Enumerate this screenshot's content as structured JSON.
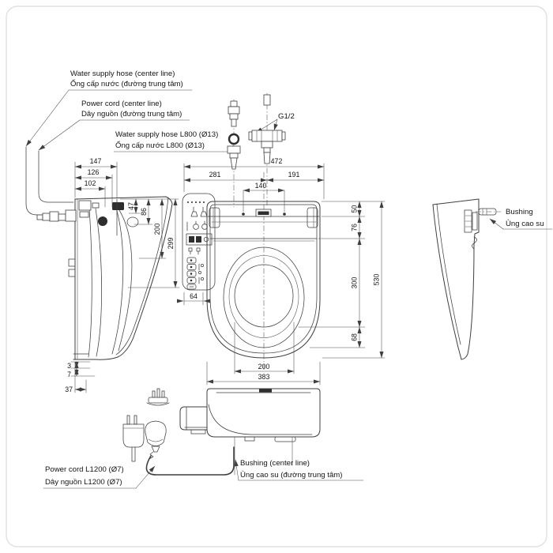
{
  "page": {
    "background": "#ffffff",
    "frame_color": "#dcdcdc",
    "line_color": "#3f3f3f",
    "text_color": "#141414"
  },
  "callouts": {
    "water_hose_center": {
      "en": "Water supply hose (center line)",
      "vi": "Ống cấp nước (đường trung tâm)"
    },
    "power_cord_center": {
      "en": "Power cord (center line)",
      "vi": "Dây nguồn (đường trung tâm)"
    },
    "water_hose_l800": {
      "en": "Water supply hose L800 (Ø13)",
      "vi": "Ống cấp nước L800 (Ø13)"
    },
    "thread": {
      "label": "G1/2"
    },
    "bushing_side": {
      "en": "Bushing",
      "vi": "Ùng cao su"
    },
    "power_cord_l1200": {
      "en": "Power cord L1200 (Ø7)",
      "vi": "Dây nguồn L1200 (Ø7)"
    },
    "bushing_center": {
      "en": "Bushing (center line)",
      "vi": "Ùng cao su (đường trung tâm)"
    }
  },
  "dims": {
    "side": {
      "d147": "147",
      "d126": "126",
      "d102": "102",
      "d47": "47",
      "d86": "86",
      "d200": "200",
      "d299": "299",
      "d3": "3",
      "d7": "7",
      "d37": "37"
    },
    "top": {
      "d472": "472",
      "d281": "281",
      "d191": "191",
      "d140": "140",
      "d50": "50",
      "d76": "76",
      "d300": "300",
      "d68": "68",
      "d530": "530",
      "d200": "200",
      "d383": "383",
      "d64": "64"
    }
  }
}
